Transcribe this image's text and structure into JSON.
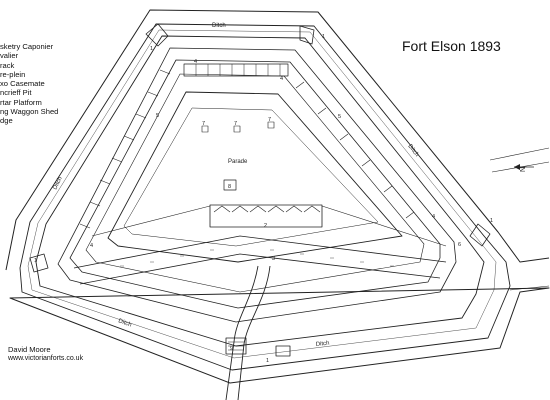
{
  "title": "Fort Elson 1893",
  "legend": [
    "sketry Caponier",
    "valier",
    "rack",
    "re-plein",
    "xo Casemate",
    "ncrieff Pit",
    "rtar Platform",
    "ng Waggon Shed",
    "dge"
  ],
  "credit": {
    "author": "David Moore",
    "website": "www.victorianforts.co.uk"
  },
  "north_label": "N",
  "labels": {
    "ditch_top": "Ditch",
    "ditch_left": "Ditch",
    "ditch_right": "Ditch",
    "ditch_bottom_left": "Ditch",
    "ditch_bottom_right": "Ditch",
    "parade": "Parade"
  },
  "numbers": {
    "n1a": "1",
    "n1b": "1",
    "n1c": "1",
    "n1d": "1",
    "n1e": "1",
    "n2": "2",
    "n3": "3",
    "n4a": "4",
    "n4b": "4",
    "n4c": "4",
    "n4d": "4",
    "n5a": "5",
    "n5b": "5",
    "n6": "6",
    "n7a": "7",
    "n7b": "7",
    "n7c": "7",
    "n8": "8",
    "n9": "9"
  }
}
